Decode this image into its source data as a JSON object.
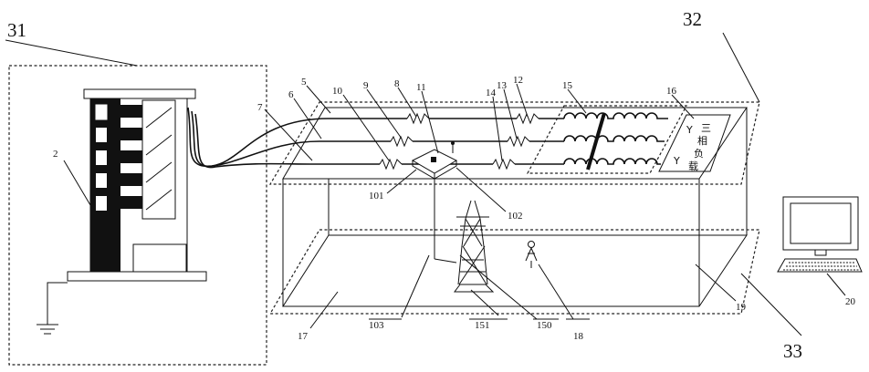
{
  "labels": {
    "l31": "31",
    "l32": "32",
    "l33": "33",
    "l2": "2",
    "l5": "5",
    "l6": "6",
    "l7": "7",
    "l8": "8",
    "l9": "9",
    "l10": "10",
    "l11": "11",
    "l12": "12",
    "l13": "13",
    "l14": "14",
    "l15": "15",
    "l16": "16",
    "l17": "17",
    "l18": "18",
    "l19": "19",
    "l20": "20",
    "l101": "101",
    "l102": "102",
    "l103": "103",
    "l150": "150",
    "l151": "151"
  },
  "load_box": {
    "line1": "三",
    "line2": "相",
    "line3": "负",
    "line4": "载",
    "line5": "Y",
    "line6": "Y"
  },
  "icons": [
    "building",
    "ground-symbol",
    "transmission-tower",
    "person",
    "computer",
    "inductor-coil",
    "resistor",
    "device-box"
  ]
}
